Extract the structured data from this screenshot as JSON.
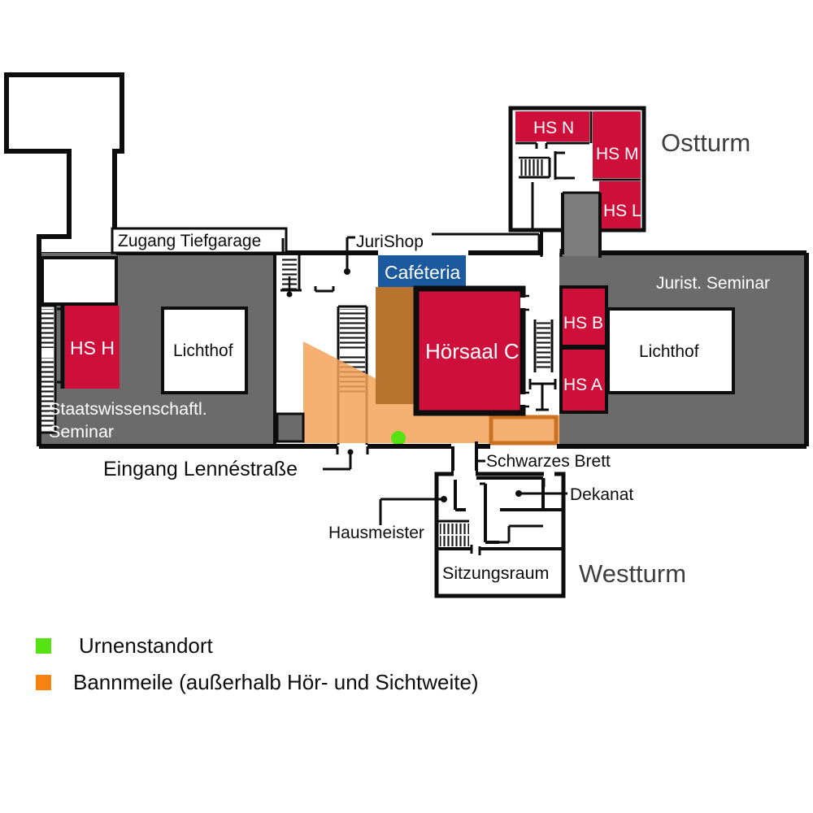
{
  "map": {
    "labels": {
      "zugang": "Zugang Tiefgarage",
      "jurishop": "JuriShop",
      "cafeteria": "Caféteria",
      "hoersaal_c": "Hörsaal C",
      "hs_h": "HS H",
      "hs_n": "HS N",
      "hs_m": "HS M",
      "hs_l": "HS L",
      "hs_b": "HS B",
      "hs_a": "HS A",
      "lichthof_west": "Lichthof",
      "lichthof_ost": "Lichthof",
      "jurist_seminar": "Jurist. Seminar",
      "staats_line1": "Staatswissenschaftl.",
      "staats_line2": "Seminar",
      "eingang": "Eingang Lennéstraße",
      "schwarzes_brett": "Schwarzes Brett",
      "dekanat": "Dekanat",
      "hausmeister": "Hausmeister",
      "sitzungsraum": "Sitzungsraum",
      "ostturm": "Ostturm",
      "westturm": "Westturm"
    },
    "colors": {
      "red": "#CE0F3A",
      "grey": "#6B6B6B",
      "stem_grey": "#7D7D7D",
      "blue": "#1B5A9E",
      "orange_light": "#F4A259",
      "orange_dark": "#B8732E",
      "orange_outline": "#CC7021",
      "green": "#57E214",
      "title_grey": "#3E3E3E"
    }
  },
  "legend": {
    "items": [
      {
        "label": "Urnenstandort",
        "color": "#57E214"
      },
      {
        "label": "Bannmeile (außerhalb Hör- und Sichtweite)",
        "color": "#F5830F"
      }
    ]
  }
}
